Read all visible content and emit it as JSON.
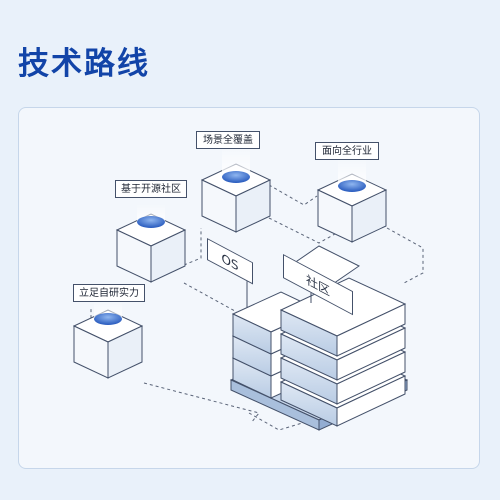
{
  "page": {
    "title": "技术路线"
  },
  "diagram": {
    "nodes": [
      {
        "id": "scene",
        "label": "场景全覆盖"
      },
      {
        "id": "industry",
        "label": "面向全行业"
      },
      {
        "id": "opensource",
        "label": "基于开源社区"
      },
      {
        "id": "selfdev",
        "label": "立足自研实力"
      }
    ],
    "signs": {
      "os": "OS",
      "community": "社区"
    }
  },
  "colors": {
    "title": "#1244a8",
    "accent": "#2f63c4",
    "line": "#44516a",
    "background": "#e9f1fa"
  }
}
